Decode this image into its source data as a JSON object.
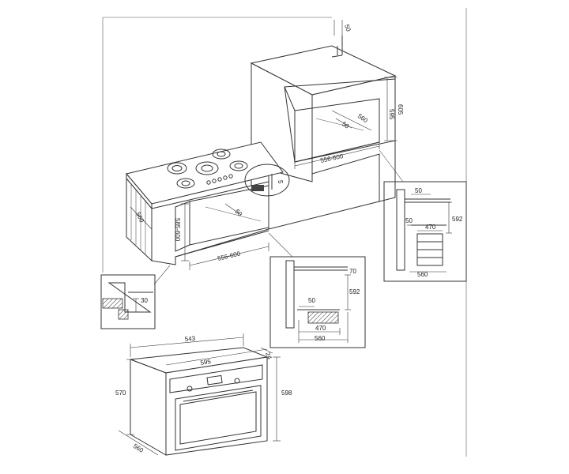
{
  "colors": {
    "line": "#333333",
    "background": "#ffffff"
  },
  "labels": {
    "top_50": "50",
    "tall_595": "595",
    "tall_605": "605",
    "tall_depth_560": "560",
    "tall_depth_50": "50",
    "tall_width": "556-600",
    "hob_gap_5": "5",
    "base_depth_560": "560",
    "base_height": "585-600",
    "base_depth_50": "50",
    "base_width": "556-600",
    "detail_30": "30",
    "mid_70": "70",
    "mid_50": "50",
    "mid_592": "592",
    "mid_470": "470",
    "mid_560": "560",
    "right_50a": "50",
    "right_50b": "50",
    "right_592": "592",
    "right_470": "470",
    "right_560": "560",
    "oven_543": "543",
    "oven_595": "595",
    "oven_24": "24",
    "oven_570": "570",
    "oven_598": "598",
    "oven_560": "560"
  }
}
